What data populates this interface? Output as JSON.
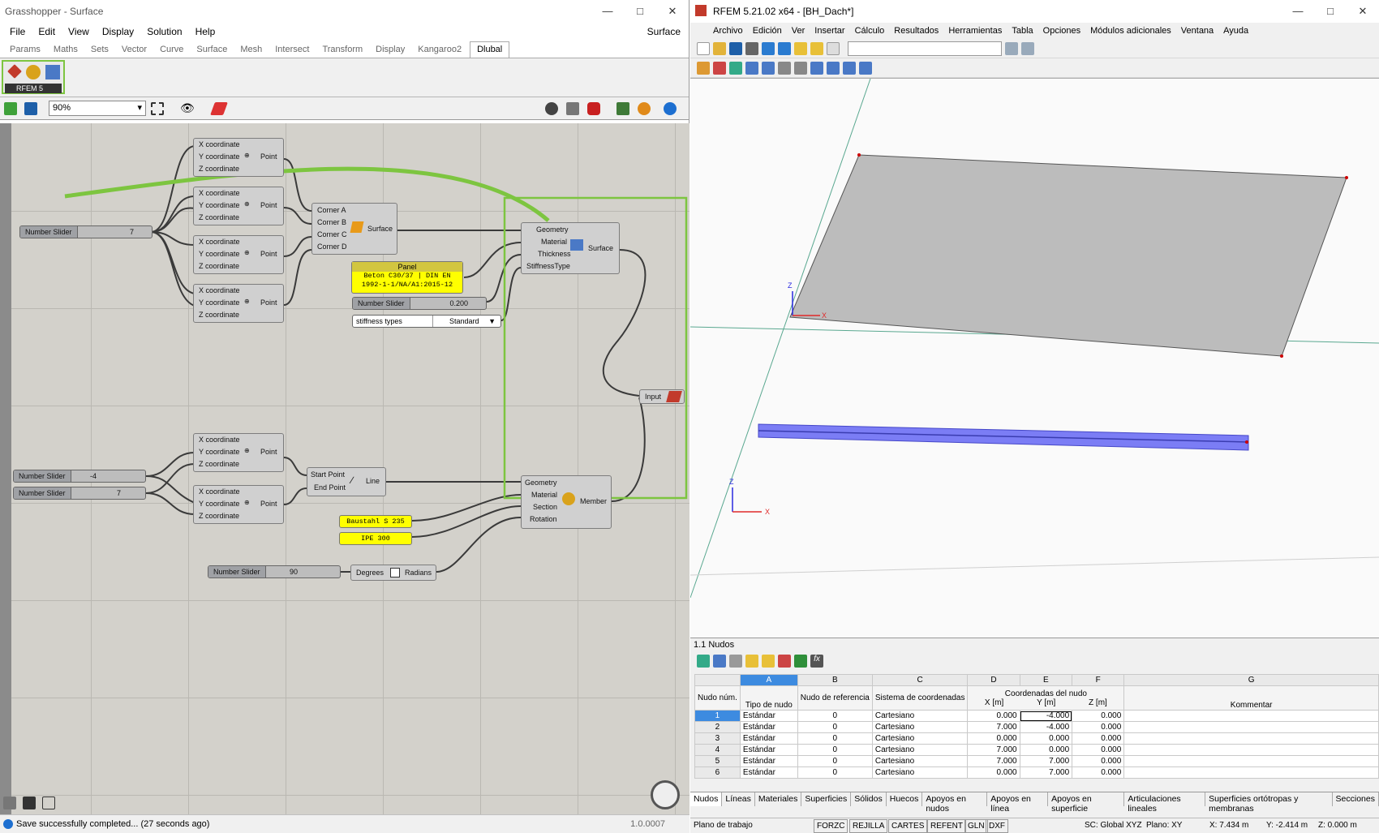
{
  "gh": {
    "title": "Grasshopper - Surface",
    "menu": [
      "File",
      "Edit",
      "View",
      "Display",
      "Solution",
      "Help"
    ],
    "doc_name": "Surface",
    "tabs": [
      "Params",
      "Maths",
      "Sets",
      "Vector",
      "Curve",
      "Surface",
      "Mesh",
      "Intersect",
      "Transform",
      "Display",
      "Kangaroo2",
      "Dlubal"
    ],
    "plugin_label": "RFEM 5",
    "zoom": "90%",
    "status": "Save successfully completed... (27 seconds ago)",
    "version": "1.0.0007",
    "coord": {
      "x": "X coordinate",
      "y": "Y coordinate",
      "z": "Z coordinate",
      "out": "Point"
    },
    "sliders": [
      {
        "name": "Number Slider",
        "value": "7"
      },
      {
        "name": "Number Slider",
        "value": "0.200"
      },
      {
        "name": "Number Slider",
        "value": "-4"
      },
      {
        "name": "Number Slider",
        "value": "7"
      },
      {
        "name": "Number Slider",
        "value": "90"
      }
    ],
    "surface_node": {
      "inputs": [
        "Corner A",
        "Corner B",
        "Corner C",
        "Corner D"
      ],
      "out": "Surface"
    },
    "rfem_surface": {
      "inputs": [
        "Geometry",
        "Material",
        "Thickness",
        "StiffnessType"
      ],
      "out": "Surface"
    },
    "panel": {
      "title": "Panel",
      "text": "Beton C30/37 | DIN EN 1992-1-1/NA/A1:2015-12"
    },
    "stiffness": {
      "label": "stiffness types",
      "value": "Standard"
    },
    "input_node": "Input",
    "line_node": {
      "inputs": [
        "Start Point",
        "End Point"
      ],
      "out": "Line"
    },
    "member_node": {
      "inputs": [
        "Geometry",
        "Material",
        "Section",
        "Rotation"
      ],
      "out": "Member"
    },
    "material_panel": "Baustahl S 235",
    "section_panel": "IPE 300",
    "degrees_node": {
      "in": "Degrees",
      "out": "Radians"
    }
  },
  "rf": {
    "title": "RFEM 5.21.02 x64 - [BH_Dach*]",
    "menu": [
      "Archivo",
      "Edición",
      "Ver",
      "Insertar",
      "Cálculo",
      "Resultados",
      "Herramientas",
      "Tabla",
      "Opciones",
      "Módulos adicionales",
      "Ventana",
      "Ayuda"
    ],
    "axis": {
      "x": "X",
      "z": "Z"
    },
    "panel_title": "1.1 Nudos",
    "col_letters": [
      "A",
      "B",
      "C",
      "D",
      "E",
      "F",
      "G"
    ],
    "header": {
      "num": "Nudo núm.",
      "tipo": "Tipo de nudo",
      "ref": "Nudo de referencia",
      "sys": "Sistema de coordenadas",
      "coords": "Coordenadas del nudo",
      "x": "X [m]",
      "y": "Y [m]",
      "z": "Z [m]",
      "comment": "Kommentar"
    },
    "rows": [
      {
        "n": "1",
        "tipo": "Estándar",
        "ref": "0",
        "sys": "Cartesiano",
        "x": "0.000",
        "y": "-4.000",
        "z": "0.000"
      },
      {
        "n": "2",
        "tipo": "Estándar",
        "ref": "0",
        "sys": "Cartesiano",
        "x": "7.000",
        "y": "-4.000",
        "z": "0.000"
      },
      {
        "n": "3",
        "tipo": "Estándar",
        "ref": "0",
        "sys": "Cartesiano",
        "x": "0.000",
        "y": "0.000",
        "z": "0.000"
      },
      {
        "n": "4",
        "tipo": "Estándar",
        "ref": "0",
        "sys": "Cartesiano",
        "x": "7.000",
        "y": "0.000",
        "z": "0.000"
      },
      {
        "n": "5",
        "tipo": "Estándar",
        "ref": "0",
        "sys": "Cartesiano",
        "x": "7.000",
        "y": "7.000",
        "z": "0.000"
      },
      {
        "n": "6",
        "tipo": "Estándar",
        "ref": "0",
        "sys": "Cartesiano",
        "x": "0.000",
        "y": "7.000",
        "z": "0.000"
      }
    ],
    "bottom_tabs": [
      "Nudos",
      "Líneas",
      "Materiales",
      "Superficies",
      "Sólidos",
      "Huecos",
      "Apoyos en nudos",
      "Apoyos en línea",
      "Apoyos en superficie",
      "Articulaciones lineales",
      "Superficies ortótropas y membranas",
      "Secciones"
    ],
    "status": {
      "plane": "Plano de trabajo",
      "toggles": [
        "FORZC",
        "REJILLA",
        "CARTES",
        "REFENT",
        "GLN",
        "DXF"
      ],
      "sc": "SC: Global XYZ",
      "plano": "Plano: XY",
      "x": "X: 7.434 m",
      "y": "Y: -2.414 m",
      "z": "Z: 0.000 m"
    }
  },
  "colors": {
    "accent_green": "#7dc540",
    "panel_yellow": "#ffff00",
    "slab_gray": "#bcbcbc",
    "beam_blue": "#6d6ff0"
  }
}
